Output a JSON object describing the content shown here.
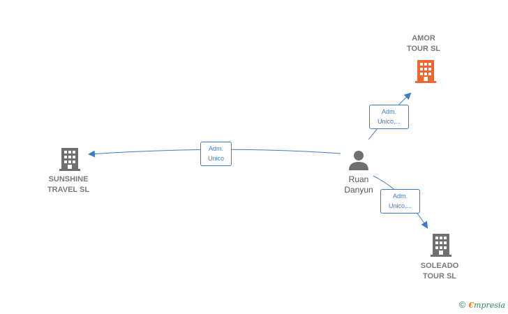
{
  "nodes": {
    "amor": {
      "line1": "AMOR",
      "line2": "TOUR  SL",
      "color": "#f26430"
    },
    "sunshine": {
      "line1": "SUNSHINE",
      "line2": "TRAVEL SL",
      "color": "#6f6f6f"
    },
    "soleado": {
      "line1": "SOLEADO",
      "line2": "TOUR  SL",
      "color": "#6f6f6f"
    },
    "person": {
      "line1": "Ruan",
      "line2": "Danyun",
      "color": "#6f6f6f"
    }
  },
  "edges": {
    "to_amor": {
      "line1": "Adm.",
      "line2": "Unico,..."
    },
    "to_sunshine": {
      "line1": "Adm.",
      "line2": "Unico"
    },
    "to_soleado": {
      "line1": "Adm.",
      "line2": "Unico,..."
    }
  },
  "edge_color": "#3d7dc8",
  "brand": {
    "copyright": "©",
    "e": "€",
    "rest": "mpresia"
  }
}
